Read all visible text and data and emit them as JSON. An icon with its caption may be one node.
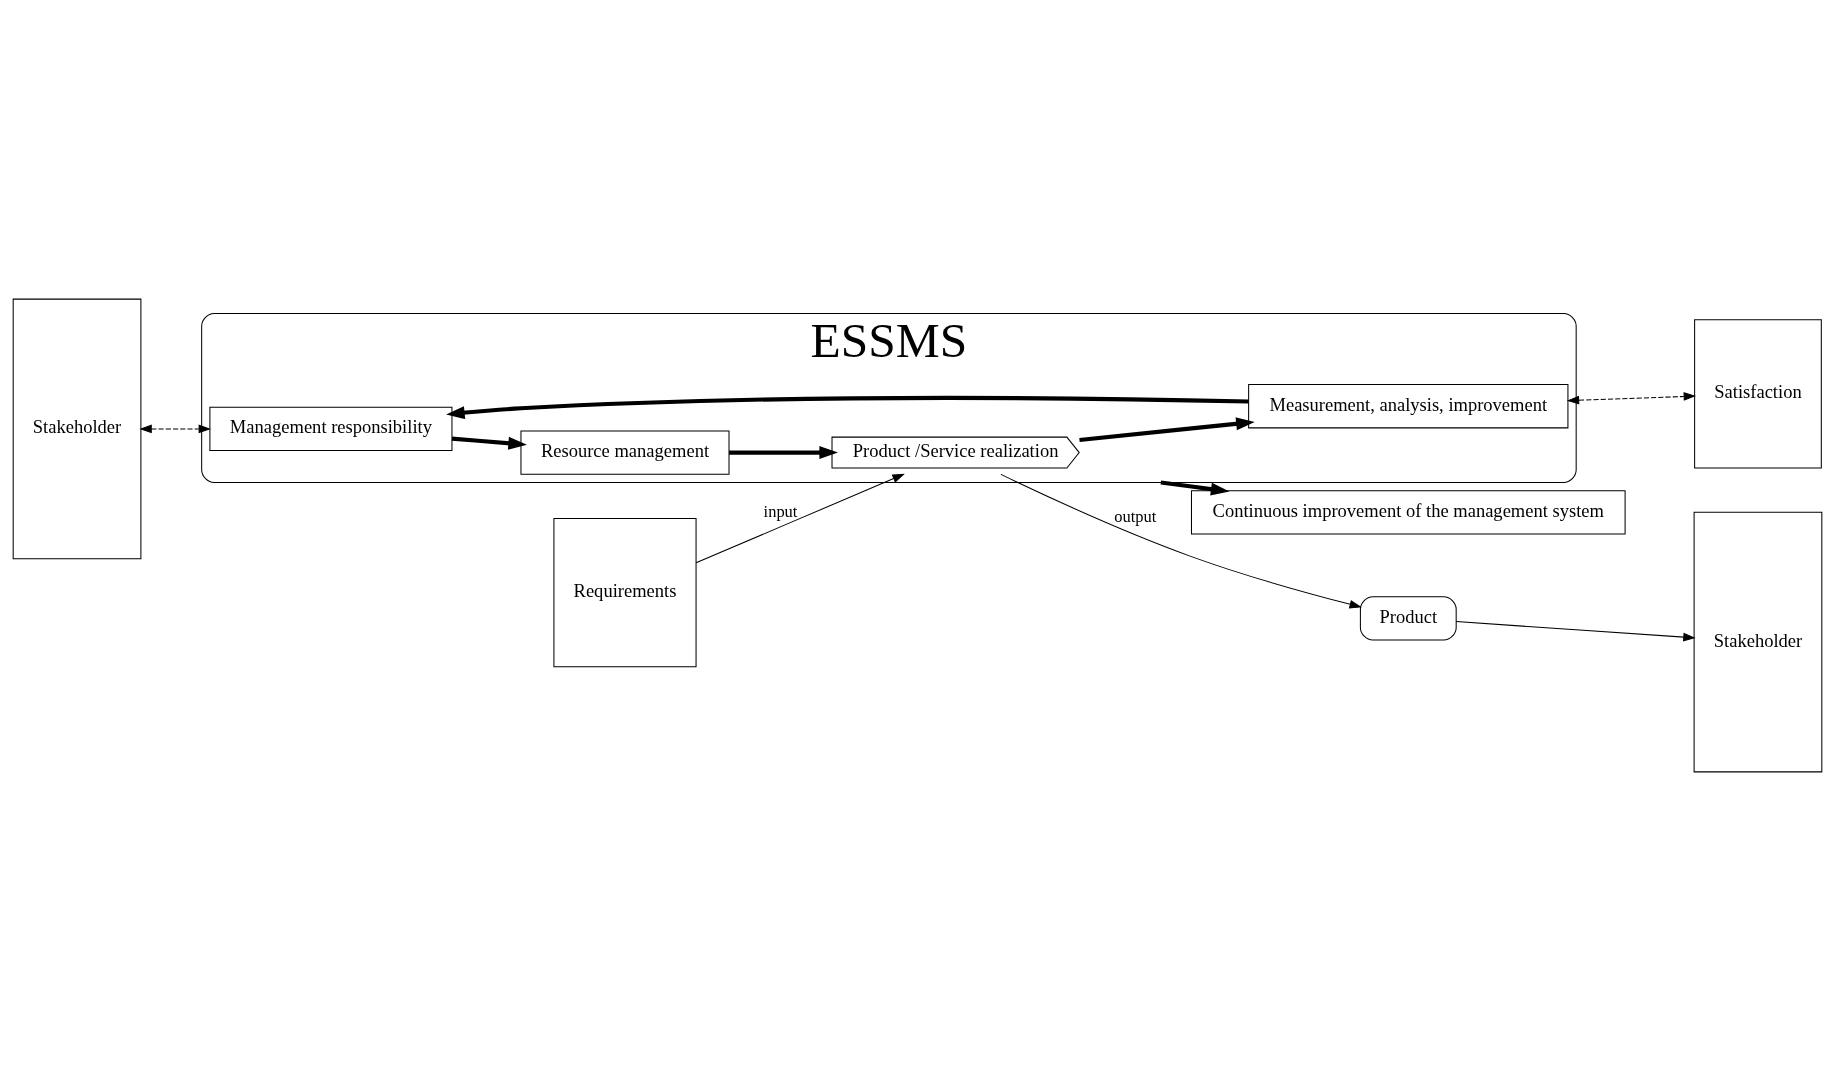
{
  "diagram": {
    "nodes": [
      {
        "text": [
          "Continuous improvement of the management system"
        ]
      },
      {
        "text": [
          "Stakeholder"
        ]
      },
      {
        "text": [
          "Requirements"
        ]
      },
      {
        "text": [
          "ESSMS"
        ]
      },
      {
        "text": [
          "Management responsibility"
        ],
        "in": 3
      },
      {
        "text": [
          "Resource management"
        ],
        "in": 3
      },
      {
        "text": [
          "Measurement, analysis, improvement"
        ],
        "in": 3
      },
      {
        "text": [
          "Product /Service realization"
        ],
        "in": 3
      },
      {
        "text": [
          "Product"
        ]
      },
      {
        "text": [
          "Stakeholder"
        ]
      },
      {
        "text": [
          "Satisfaction"
        ]
      }
    ],
    "edges": [
      {
        "from": 3,
        "to": 0,
        "arrow": "to",
        "style": "thick"
      },
      {
        "from": 1,
        "to": 4,
        "arrow": "both",
        "style": "dashed"
      },
      {
        "from": 4,
        "to": 5,
        "arrow": "to",
        "style": "thick"
      },
      {
        "from": 5,
        "to": 7,
        "arrow": "to",
        "style": "thick"
      },
      {
        "from": 7,
        "to": 6,
        "arrow": "to",
        "style": "thick"
      },
      {
        "from": 6,
        "to": 4,
        "arrow": "to",
        "style": "thick"
      },
      {
        "from": 6,
        "to": 10,
        "arrow": "both",
        "style": "dashed"
      },
      {
        "from": 2,
        "to": 7,
        "label": "input",
        "arrow": "to"
      },
      {
        "from": 7,
        "to": 8,
        "label": "output",
        "arrow": "to"
      },
      {
        "from": 8,
        "to": 9,
        "arrow": "to"
      }
    ]
  }
}
